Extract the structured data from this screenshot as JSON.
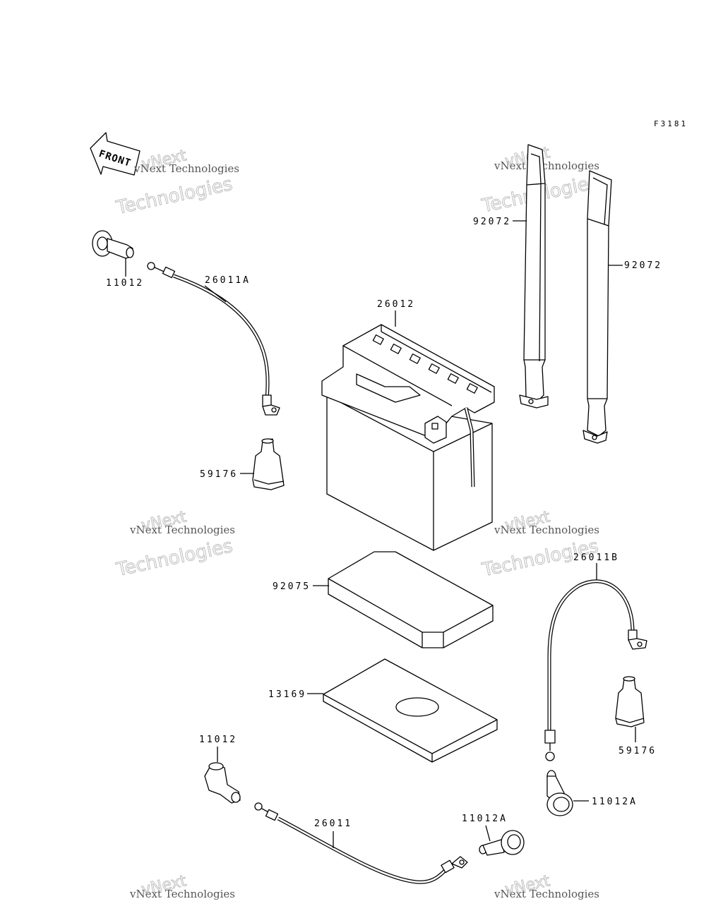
{
  "figure_code": "F3181",
  "front_label": "FRONT",
  "watermark": {
    "line1": "vNext Technologies",
    "big1": "vNext",
    "big2": "Technologies"
  },
  "callouts": {
    "p11012_top": "11012",
    "p26011A": "26011A",
    "p26012": "26012",
    "p92072_left": "92072",
    "p92072_right": "92072",
    "p59176_left": "59176",
    "p92075": "92075",
    "p26011B": "26011B",
    "p13169": "13169",
    "p59176_right": "59176",
    "p11012_bottom": "11012",
    "p11012A_right": "11012A",
    "p26011": "26011",
    "p11012A_bottom": "11012A"
  }
}
